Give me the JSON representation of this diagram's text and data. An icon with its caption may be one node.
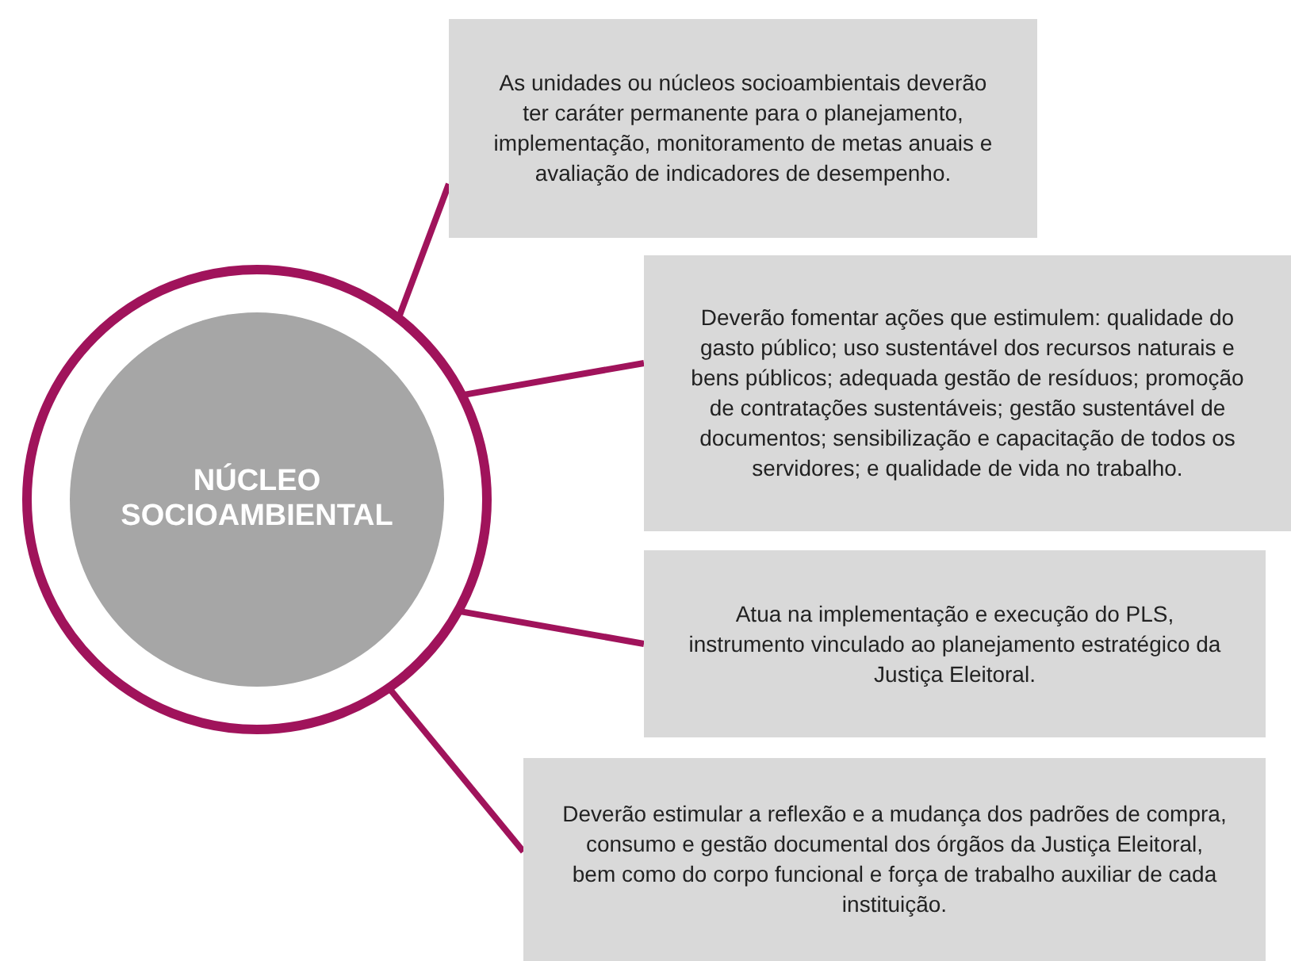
{
  "diagram": {
    "nodes": [
      {
        "text": [
          "NÚCLEO SOCIOAMBIENTAL"
        ]
      },
      {
        "text": [
          "As unidades ou núcleos socioambientais deverão ter caráter permanente para o planejamento, implementação, monitoramento de metas anuais e avaliação de indicadores de desempenho."
        ]
      },
      {
        "text": [
          "Deverão fomentar ações que estimulem: qualidade do gasto público; uso sustentável dos recursos naturais e bens públicos; adequada gestão de resíduos; promoção de contratações sustentáveis; gestão sustentável de documentos; sensibilização e capacitação de todos os servidores; e qualidade de vida no trabalho."
        ]
      },
      {
        "text": [
          "Atua na implementação e execução do PLS, instrumento vinculado ao planejamento estratégico da Justiça Eleitoral."
        ]
      },
      {
        "text": [
          "Deverão estimular a reflexão e a mudança dos padrões de compra, consumo e gestão documental dos órgãos da Justiça Eleitoral, bem como do corpo funcional e força de trabalho auxiliar de cada instituição."
        ]
      }
    ],
    "edges": [
      {
        "from": 0,
        "to": 1,
        "arrow": "none"
      },
      {
        "from": 0,
        "to": 2,
        "arrow": "none"
      },
      {
        "from": 0,
        "to": 3,
        "arrow": "none"
      },
      {
        "from": 0,
        "to": 4,
        "arrow": "none"
      }
    ]
  }
}
